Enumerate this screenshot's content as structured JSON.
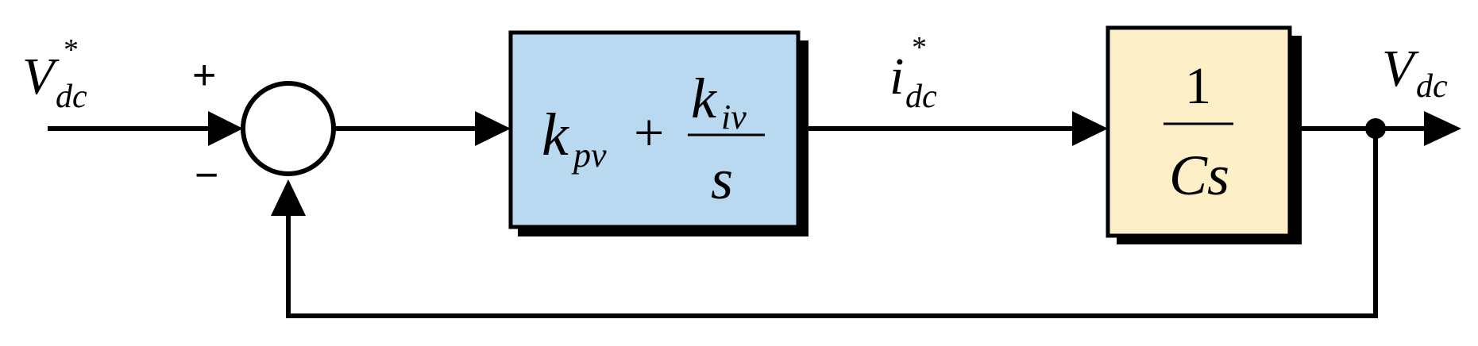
{
  "colors": {
    "line": "#000000",
    "pi_block_fill": "#b8d9f0",
    "plant_block_fill": "#fdefc8",
    "shadow": "#000000",
    "background": "#ffffff"
  },
  "input_signal": {
    "symbol": "V",
    "subscript": "dc",
    "superscript": "*"
  },
  "summing_junction": {
    "plus_sign": "+",
    "minus_sign": "−"
  },
  "pi_controller": {
    "kp_symbol": "k",
    "kp_subscript": "pv",
    "plus": "+",
    "ki_symbol": "k",
    "ki_subscript": "iv",
    "denominator": "s"
  },
  "intermediate_signal": {
    "symbol": "i",
    "subscript": "dc",
    "superscript": "*"
  },
  "plant": {
    "numerator": "1",
    "denominator": "Cs"
  },
  "output_signal": {
    "symbol": "V",
    "subscript": "dc"
  }
}
